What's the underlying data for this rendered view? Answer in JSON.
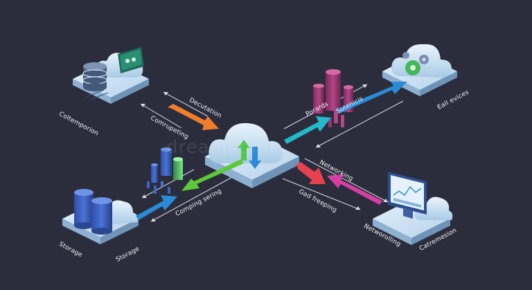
{
  "labels": {
    "cloud_top_left": "Coltemporion",
    "top_left_arrow": "Decutation",
    "top_left_arrow2": "Comrupeting",
    "top_center": "Porards",
    "top_center2": "Sotenicis",
    "right_top": "Eall evices",
    "networking": "Networking",
    "gad_freeping": "Gad freeping",
    "computing_sering": "Comping sering",
    "storage_left": "Storage",
    "storage_right": "Storage",
    "networolling": "Networolling",
    "catremesion": "Catremesion"
  },
  "watermark": "dreamstime",
  "colors": {
    "background": "#2b2d3c",
    "orange": "#ef7d2c",
    "green": "#5dc83b",
    "teal": "#25b9c9",
    "blue": "#2b8ad6",
    "red": "#e7424f",
    "magenta": "#d53ea2",
    "cloud": "#cfe4f4"
  }
}
